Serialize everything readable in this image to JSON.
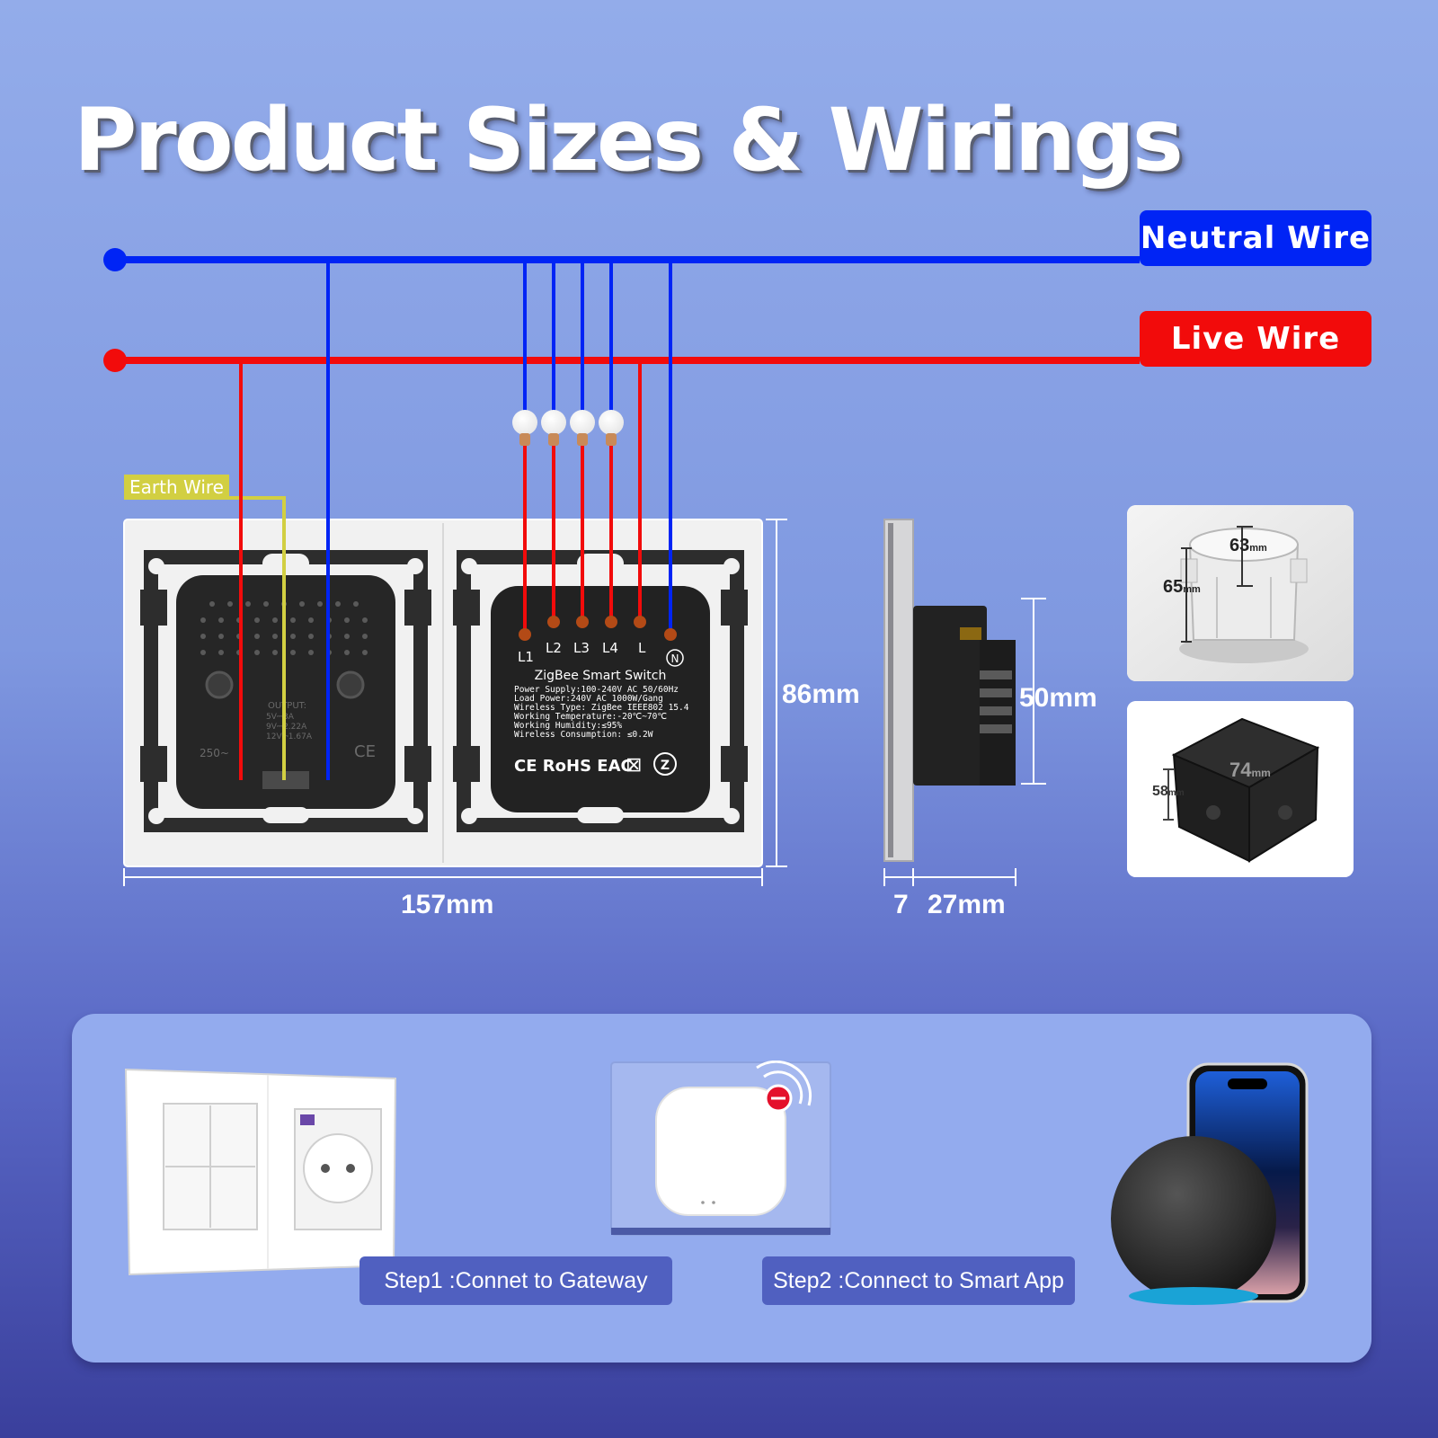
{
  "title": "Product Sizes & Wirings",
  "wires": {
    "neutral_label": "Neutral Wire",
    "live_label": "Live Wire",
    "earth_label": "Earth Wire",
    "neutral_color": "#0024f5",
    "live_color": "#f20b0b",
    "earth_color": "#d2cf42"
  },
  "switch_module": {
    "terminals": [
      "L1",
      "L2",
      "L3",
      "L4",
      "L"
    ],
    "neutral_mark": "N",
    "name": "ZigBee Smart Switch",
    "specs": [
      "Power Supply:100-240V AC 50/60Hz",
      "Load Power:240V AC 1000W/Gang",
      "Wireless Type: ZigBee IEEE802 15.4",
      "Working Temperature:-20℃~70℃",
      "Working Humidity:≤95%",
      "Wireless Consumption: ≤0.2W"
    ],
    "certs": "CE  RoHS  EAC"
  },
  "socket_module": {
    "output_title": "OUTPUT:",
    "output_lines": [
      "5V⎓3A",
      "9V⎓2.22A",
      "12V⎓1.67A"
    ],
    "voltage": "250~"
  },
  "dimensions": {
    "width": "157mm",
    "height": "86mm",
    "depth_body": "50mm",
    "plate_thickness": "7",
    "depth": "27mm"
  },
  "boxes": {
    "round": {
      "depth_value": "63",
      "depth_unit": "mm",
      "dia_value": "65",
      "dia_unit": "mm"
    },
    "square": {
      "side_value": "74",
      "side_unit": "mm",
      "depth_value": "58",
      "depth_unit": "mm"
    }
  },
  "steps": {
    "step1": "Step1 :Connet to Gateway",
    "step2": "Step2 :Connect to Smart App"
  }
}
